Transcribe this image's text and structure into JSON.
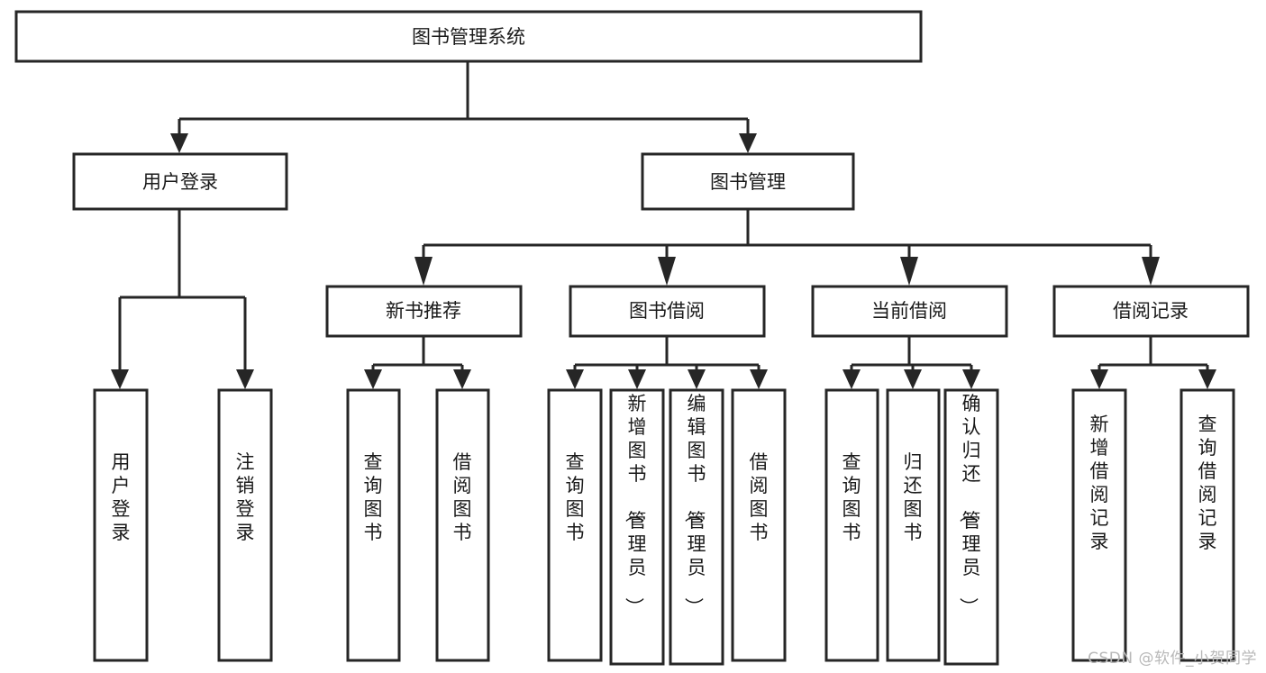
{
  "diagram": {
    "type": "tree",
    "title": "图书管理系统",
    "watermark": "CSDN @软件_小贺同学",
    "nodes": {
      "root": {
        "label": "图书管理系统"
      },
      "level2": [
        {
          "id": "user-login",
          "label": "用户登录"
        },
        {
          "id": "book-management",
          "label": "图书管理"
        }
      ],
      "level3": [
        {
          "id": "new-book-recommend",
          "label": "新书推荐",
          "parent": "book-management"
        },
        {
          "id": "book-borrow",
          "label": "图书借阅",
          "parent": "book-management"
        },
        {
          "id": "current-borrow",
          "label": "当前借阅",
          "parent": "book-management"
        },
        {
          "id": "borrow-record",
          "label": "借阅记录",
          "parent": "book-management"
        }
      ],
      "leaves": [
        {
          "id": "leaf-user-login",
          "label": "用户登录",
          "parent": "user-login"
        },
        {
          "id": "leaf-logout",
          "label": "注销登录",
          "parent": "user-login"
        },
        {
          "id": "leaf-query-book-1",
          "label": "查询图书",
          "parent": "new-book-recommend"
        },
        {
          "id": "leaf-borrow-book-1",
          "label": "借阅图书",
          "parent": "new-book-recommend"
        },
        {
          "id": "leaf-query-book-2",
          "label": "查询图书",
          "parent": "book-borrow"
        },
        {
          "id": "leaf-add-book",
          "label": "新增图书（管理员）",
          "parent": "book-borrow"
        },
        {
          "id": "leaf-edit-book",
          "label": "编辑图书（管理员）",
          "parent": "book-borrow"
        },
        {
          "id": "leaf-borrow-book-2",
          "label": "借阅图书",
          "parent": "book-borrow"
        },
        {
          "id": "leaf-query-book-3",
          "label": "查询图书",
          "parent": "current-borrow"
        },
        {
          "id": "leaf-return-book",
          "label": "归还图书",
          "parent": "current-borrow"
        },
        {
          "id": "leaf-confirm-return",
          "label": "确认归还（管理员）",
          "parent": "current-borrow"
        },
        {
          "id": "leaf-add-record",
          "label": "新增借阅记录",
          "parent": "borrow-record"
        },
        {
          "id": "leaf-query-record",
          "label": "查询借阅记录",
          "parent": "borrow-record"
        }
      ]
    },
    "colors": {
      "stroke": "#262626",
      "fill": "#ffffff",
      "text": "#1a1a1a",
      "watermark": "#b8b8b8"
    }
  }
}
